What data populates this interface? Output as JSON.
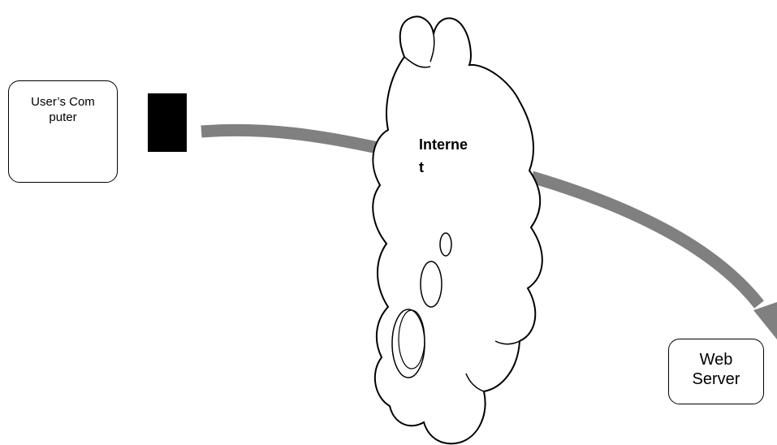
{
  "nodes": {
    "user_computer": {
      "label": "User’s Computer"
    },
    "internet": {
      "label": "Internet"
    },
    "web_server": {
      "label": "Web Server"
    }
  },
  "colors": {
    "arrow": "#808080",
    "stroke": "#000000",
    "connector": "#000000",
    "background": "#ffffff"
  },
  "icons": {
    "cloud": "internet-cloud-icon",
    "connector": "connector-block"
  }
}
